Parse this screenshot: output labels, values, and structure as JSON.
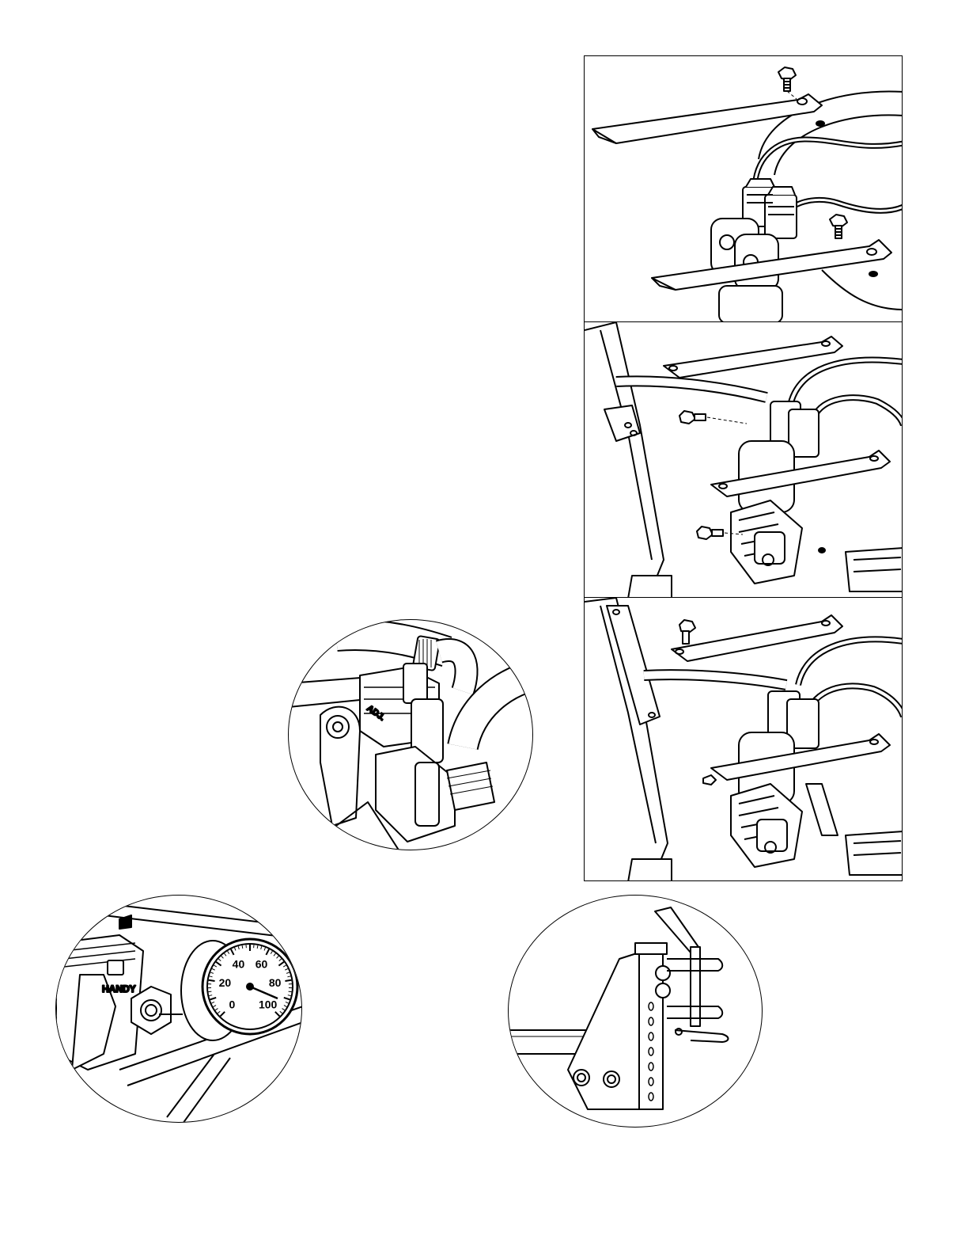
{
  "figures": {
    "panel_1": {
      "name": "bracket-install-step-1"
    },
    "panel_2": {
      "name": "bracket-install-step-2"
    },
    "panel_3": {
      "name": "bracket-install-step-3"
    },
    "detail_valve": {
      "name": "valve-detail",
      "adj_text": "ADJ."
    },
    "detail_gauge": {
      "name": "pressure-gauge-detail",
      "brand_text": "HANDY",
      "gauge_ticks": [
        "0",
        "20",
        "40",
        "60",
        "80",
        "100"
      ]
    },
    "detail_hitch": {
      "name": "hitch-pin-detail"
    }
  },
  "colors": {
    "line": "#000000",
    "background": "#ffffff",
    "shade": "#d9d9d9"
  }
}
